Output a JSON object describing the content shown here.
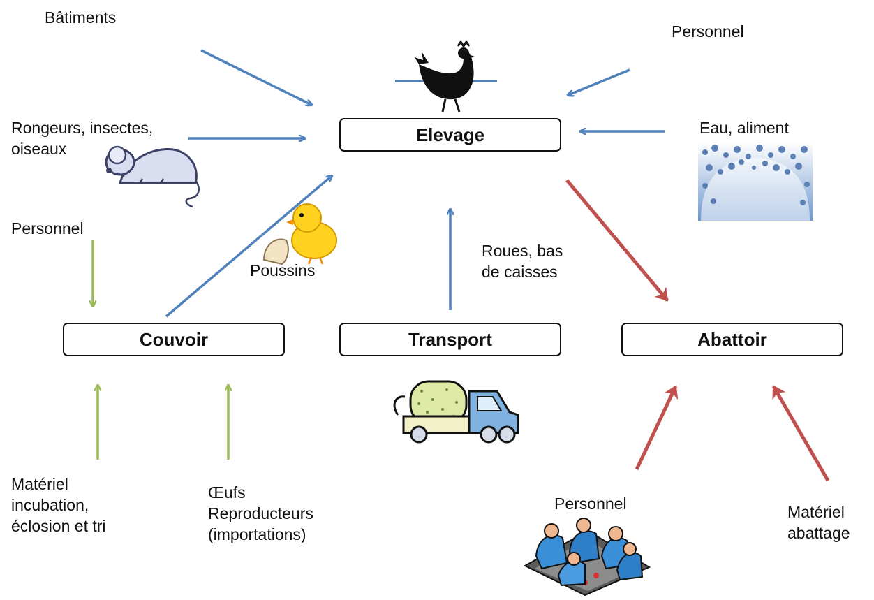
{
  "colors": {
    "blue": "#4f81bd",
    "green": "#9bbb59",
    "red": "#c0504d",
    "box_border": "#111111"
  },
  "nodes": {
    "elevage": "Elevage",
    "couvoir": "Couvoir",
    "transport": "Transport",
    "abattoir": "Abattoir"
  },
  "labels": {
    "batiments": "Bâtiments",
    "personnel_elevage": "Personnel",
    "rongeurs": "Rongeurs, insectes,\noiseaux",
    "eau_aliment": "Eau, aliment",
    "personnel_couvoir": "Personnel",
    "poussins": "Poussins",
    "roues": "Roues, bas\nde caisses",
    "materiel_incubation": "Matériel\nincubation,\néclosion et tri",
    "oeufs": "Œufs\nReproducteurs\n(importations)",
    "personnel_abattoir": "Personnel",
    "materiel_abattage": "Matériel\nabattage"
  },
  "icons": [
    "chicken-icon",
    "mouse-icon",
    "water-drops-icon",
    "chick-icon",
    "truck-icon",
    "workers-icon"
  ]
}
